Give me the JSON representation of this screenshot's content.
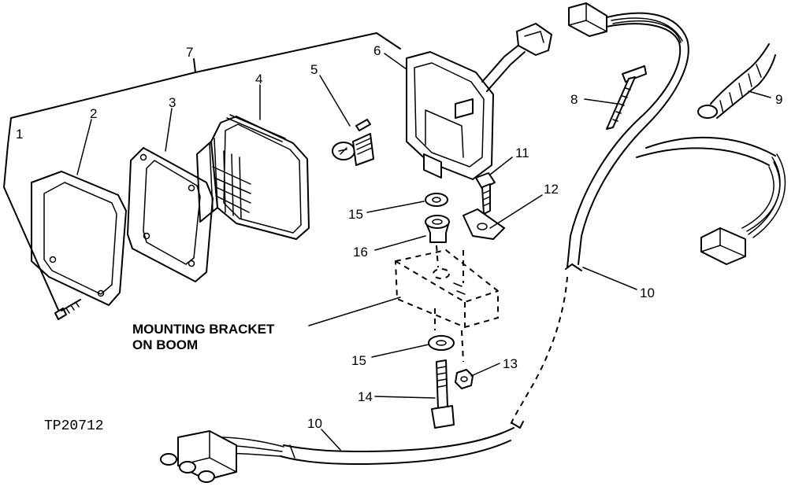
{
  "figure_id": "TP20712",
  "caption": {
    "line1": "MOUNTING BRACKET",
    "line2": "ON BOOM"
  },
  "callouts": {
    "c1": "1",
    "c2": "2",
    "c3": "3",
    "c4": "4",
    "c5": "5",
    "c6": "6",
    "c7": "7",
    "c8": "8",
    "c9": "9",
    "c10a": "10",
    "c10b": "10",
    "c11": "11",
    "c12": "12",
    "c13": "13",
    "c14": "14",
    "c15a": "15",
    "c15b": "15",
    "c16": "16"
  }
}
